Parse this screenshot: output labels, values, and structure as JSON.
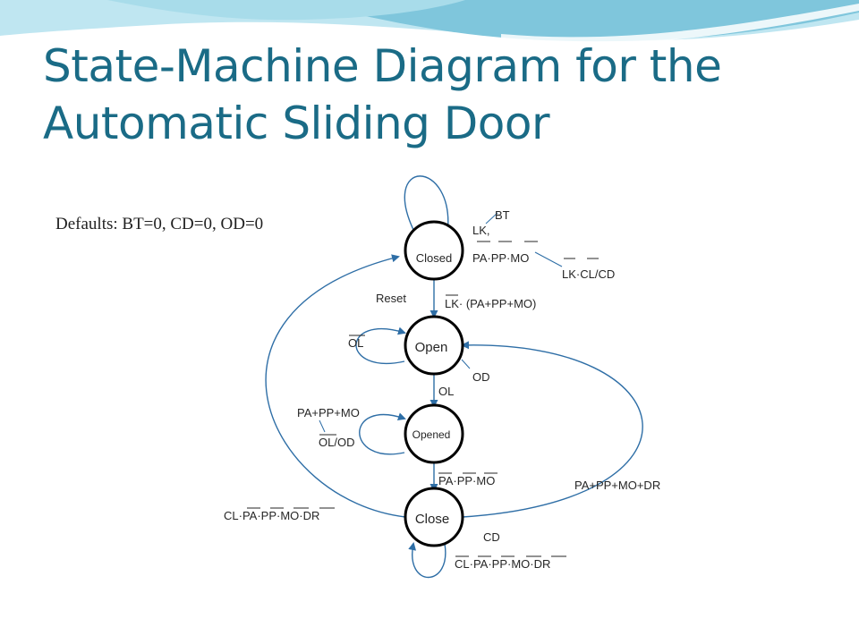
{
  "slide": {
    "title": "State-Machine Diagram for the Automatic Sliding Door",
    "defaults": "Defaults: BT=0, CD=0, OD=0"
  },
  "colors": {
    "title": "#1a6b86",
    "arrow": "#2e6ea6",
    "wave_light": "#bfe6f1",
    "wave_mid": "#7fc6dc"
  },
  "states": {
    "closed": "Closed",
    "open": "Open",
    "opened": "Opened",
    "close": "Close"
  },
  "labels": {
    "bt": "BT",
    "lk": "LK,",
    "pa_pp_mo": "PA·PP·MO",
    "lk_cl_cd": "LK·CL/CD",
    "reset": "Reset",
    "lk_sum": "LK· (PA+PP+MO)",
    "ol_bar": "OL",
    "od": "OD",
    "ol": "OL",
    "pa_pp_mo_sum": "PA+PP+MO",
    "ol_od": "OL/OD",
    "pa_pp_mo_prod": "PA·PP·MO",
    "pa_pp_mo_dr": "PA+PP+MO+DR",
    "cl_left": "CL·PA·PP·MO·DR",
    "cd": "CD",
    "cl_bottom": "CL·PA·PP·MO·DR"
  }
}
